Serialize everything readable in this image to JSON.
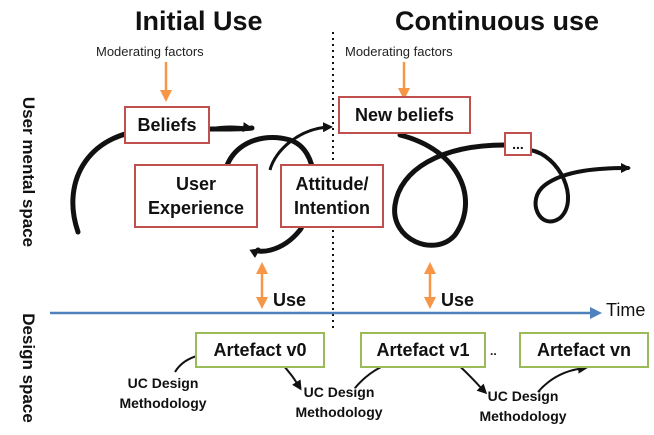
{
  "headings": {
    "initial": "Initial Use",
    "continuous": "Continuous use"
  },
  "moderating": {
    "left": "Moderating factors",
    "right": "Moderating factors"
  },
  "side_labels": {
    "top": "User mental space",
    "bottom": "Design space"
  },
  "mental_boxes": {
    "beliefs": "Beliefs",
    "user_experience": "User\nExperience",
    "attitude": "Attitude/\nIntention",
    "new_beliefs": "New beliefs",
    "ellipsis": "..."
  },
  "use_labels": {
    "left": "Use",
    "right": "Use"
  },
  "timeline": {
    "label": "Time"
  },
  "artefacts": {
    "v0": "Artefact v0",
    "v1": "Artefact v1",
    "between": "..",
    "vn": "Artefact vn"
  },
  "methodology": {
    "first": "UC Design\nMethodology",
    "second": "UC Design\nMethodology",
    "third": "UC Design\nMethodology"
  },
  "colors": {
    "mental_box_border": "#c0504d",
    "artefact_box_border": "#9bbb59",
    "moderating_arrow": "#f79646",
    "timeline": "#4f81bd",
    "spiral": "#111111"
  }
}
